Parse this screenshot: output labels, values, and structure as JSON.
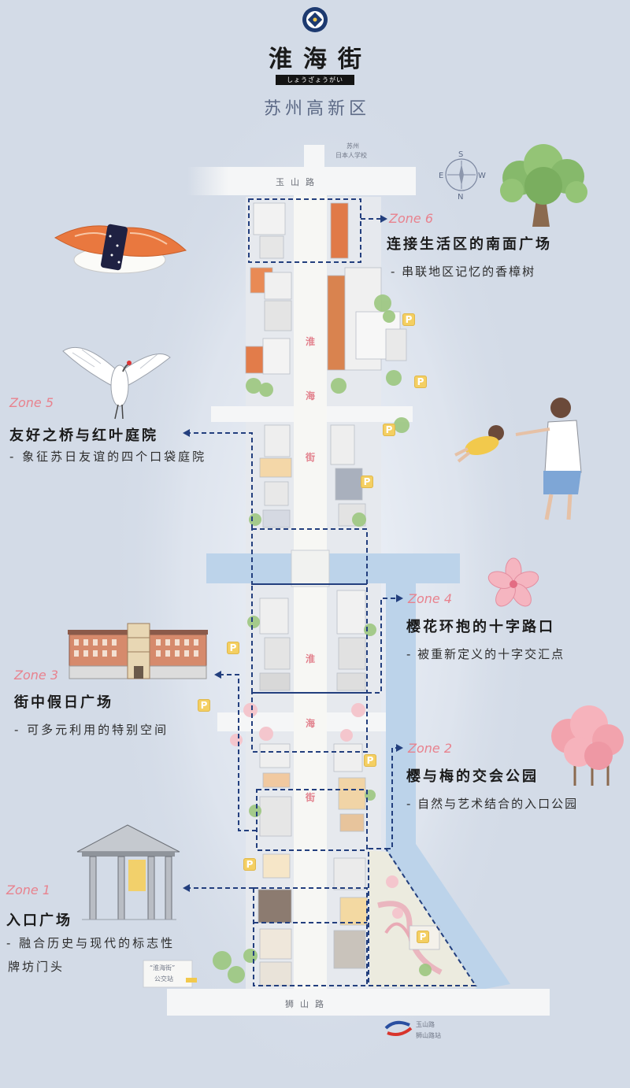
{
  "header": {
    "title": "淮海街",
    "kana": "しょうざょうがい",
    "district": "苏州高新区"
  },
  "roads": {
    "top": "玉山路",
    "bottom": "狮山路"
  },
  "landmark_top": {
    "line1": "苏州",
    "line2": "日本人学校"
  },
  "street_label": [
    "淮",
    "海",
    "街"
  ],
  "compass": {
    "n": "N",
    "e": "E",
    "s": "S",
    "w": "W"
  },
  "parking_label": "P",
  "zones": [
    {
      "label": "Zone 1",
      "title": "入口广场",
      "desc": [
        "- 融合历史与现代的标志性",
        "牌坊门头"
      ]
    },
    {
      "label": "Zone 2",
      "title": "樱与梅的交会公园",
      "desc": [
        "- 自然与艺术结合的入口公园"
      ]
    },
    {
      "label": "Zone 3",
      "title": "街中假日广场",
      "desc": [
        "- 可多元利用的特别空间"
      ]
    },
    {
      "label": "Zone 4",
      "title": "樱花环抱的十字路口",
      "desc": [
        "- 被重新定义的十字交汇点"
      ]
    },
    {
      "label": "Zone 5",
      "title": "友好之桥与红叶庭院",
      "desc": [
        "- 象征苏日友谊的四个口袋庭院"
      ]
    },
    {
      "label": "Zone 6",
      "title": "连接生活区的南面广场",
      "desc": [
        "- 串联地区记忆的香樟树"
      ]
    }
  ],
  "bus_stop": {
    "line1": "“淮海街”",
    "line2": "公交站"
  },
  "metro": {
    "line1": "玉山路",
    "line2": "狮山路站"
  },
  "colors": {
    "background": "#d3dbe7",
    "road": "#f5f6f7",
    "canal": "#bcd3ea",
    "zone_outline": "#233f7e",
    "zone_label": "#e8828e",
    "parking": "#f4cf62",
    "district_text": "#5d6a86"
  }
}
